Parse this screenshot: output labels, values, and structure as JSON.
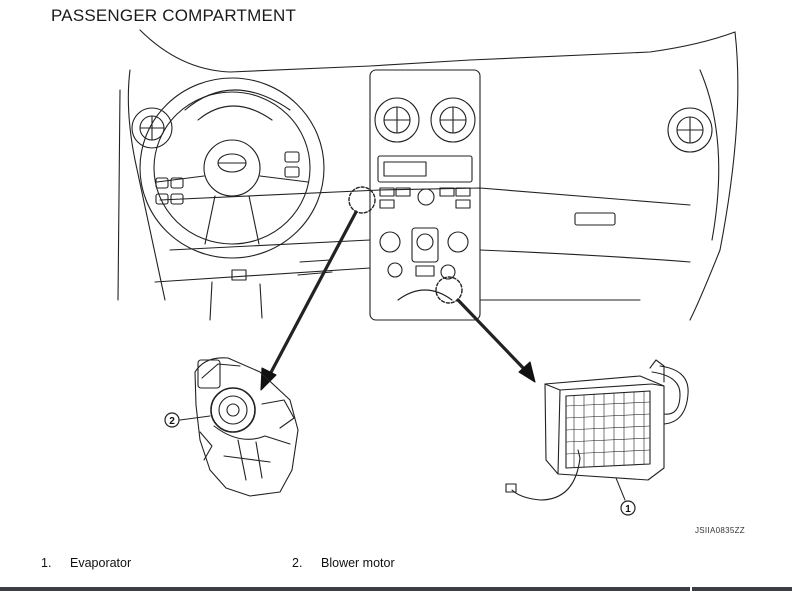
{
  "title": "PASSENGER COMPARTMENT",
  "drawing_code": "JSIIA0835ZZ",
  "callouts": {
    "evaporator": "1",
    "blower_motor": "2"
  },
  "legend": [
    {
      "number": "1.",
      "label": "Evaporator"
    },
    {
      "number": "2.",
      "label": "Blower motor"
    }
  ]
}
